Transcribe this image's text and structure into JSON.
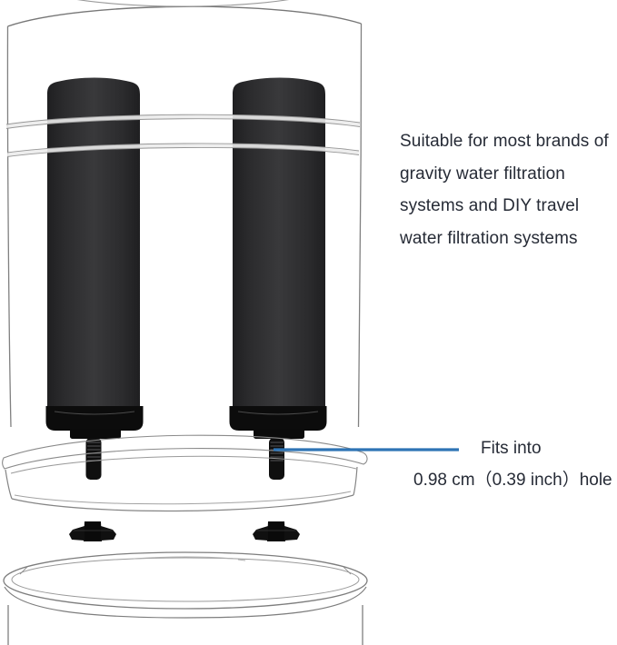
{
  "annotations": {
    "suitability": {
      "lines": [
        "Suitable for most brands of",
        "gravity water filtration",
        "systems and DIY travel",
        "water filtration systems"
      ]
    },
    "fit_callout": {
      "line1": "Fits into",
      "line2": "0.98 cm（0.39 inch）hole"
    }
  },
  "colors": {
    "callout_line": "#2e74b5",
    "annotation_text": "#262b36",
    "filter_body": "#2d2d2f",
    "filter_hardware": "#0d0d0d",
    "outline": "#8b8b8b"
  },
  "diagram": {
    "parts": [
      "upper-chamber",
      "filter-cartridge-left",
      "filter-cartridge-right",
      "threaded-stem-left",
      "threaded-stem-right",
      "wing-nut-left",
      "wing-nut-right",
      "lower-chamber"
    ]
  }
}
